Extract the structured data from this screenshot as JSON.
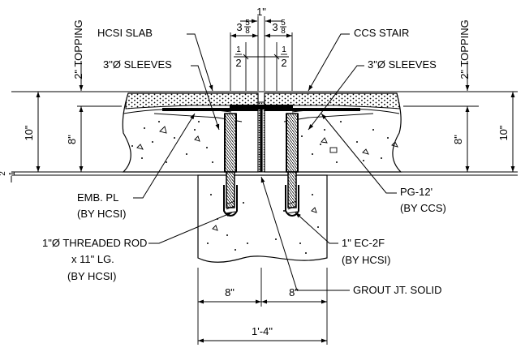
{
  "labels": {
    "topping_left": "2\" TOPPING",
    "topping_right": "2\" TOPPING",
    "hcsi_slab": "HCSI SLAB",
    "ccs_stair": "CCS STAIR",
    "sleeves_left": "3\"Ø SLEEVES",
    "sleeves_right": "3\"Ø SLEEVES",
    "emb_pl_line1": "EMB. PL",
    "emb_pl_line2": "(BY HCSI)",
    "pg12_line1": "PG-12'",
    "pg12_line2": "(BY CCS)",
    "rod_line1": "1\"Ø THREADED ROD",
    "rod_line2": "x 11\" LG.",
    "rod_line3": "(BY HCSI)",
    "ec2f_line1": "1\" EC-2F",
    "ec2f_line2": "(BY HCSI)",
    "grout": "GROUT JT. SOLID"
  },
  "dimensions": {
    "top_1in": "1\"",
    "left_3": "3",
    "left_frac_num": "5",
    "left_frac_den": "8",
    "right_3": "3",
    "right_frac_num": "5",
    "right_frac_den": "8",
    "half_left_num": "1",
    "half_left_den": "2",
    "half_right_num": "1",
    "half_right_den": "2",
    "depth_left_10": "10\"",
    "depth_left_8": "8\"",
    "depth_right_8": "8\"",
    "depth_right_10": "10\"",
    "bearing_half_num": "1",
    "bearing_half_den": "2",
    "bottom_left_8": "8\"",
    "bottom_right_8": "8\"",
    "overall": "1'-4\""
  }
}
